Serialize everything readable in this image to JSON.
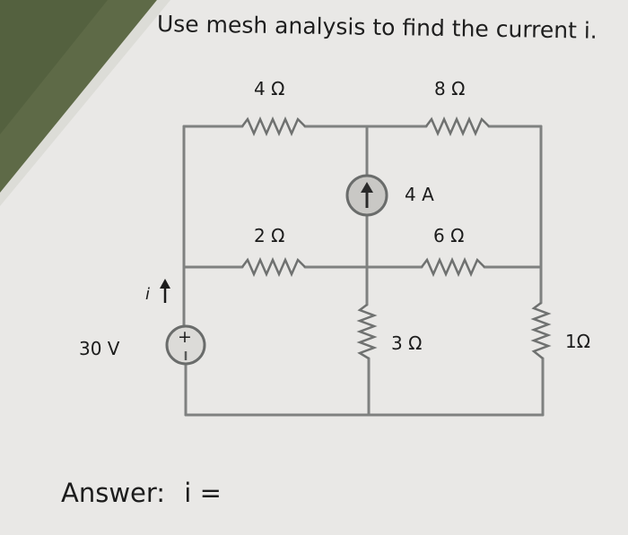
{
  "page": {
    "question": "Use mesh analysis to find the current i.",
    "answer_label": "Answer:",
    "answer_variable": "i ="
  },
  "circuit": {
    "resistor_top_left": "4 Ω",
    "resistor_top_right": "8 Ω",
    "resistor_mid_left": "2 Ω",
    "resistor_mid_right": "6 Ω",
    "resistor_center_vertical": "3 Ω",
    "resistor_right_vertical": "1Ω",
    "current_source": "4 A",
    "voltage_source": "30 V",
    "voltage_source_polarity": "+",
    "current_variable": "i"
  },
  "colors": {
    "wire": "#7f8180",
    "text": "#1c1c1c",
    "paper": "#f2f1ef",
    "source_fill": "#c9c8c5"
  }
}
